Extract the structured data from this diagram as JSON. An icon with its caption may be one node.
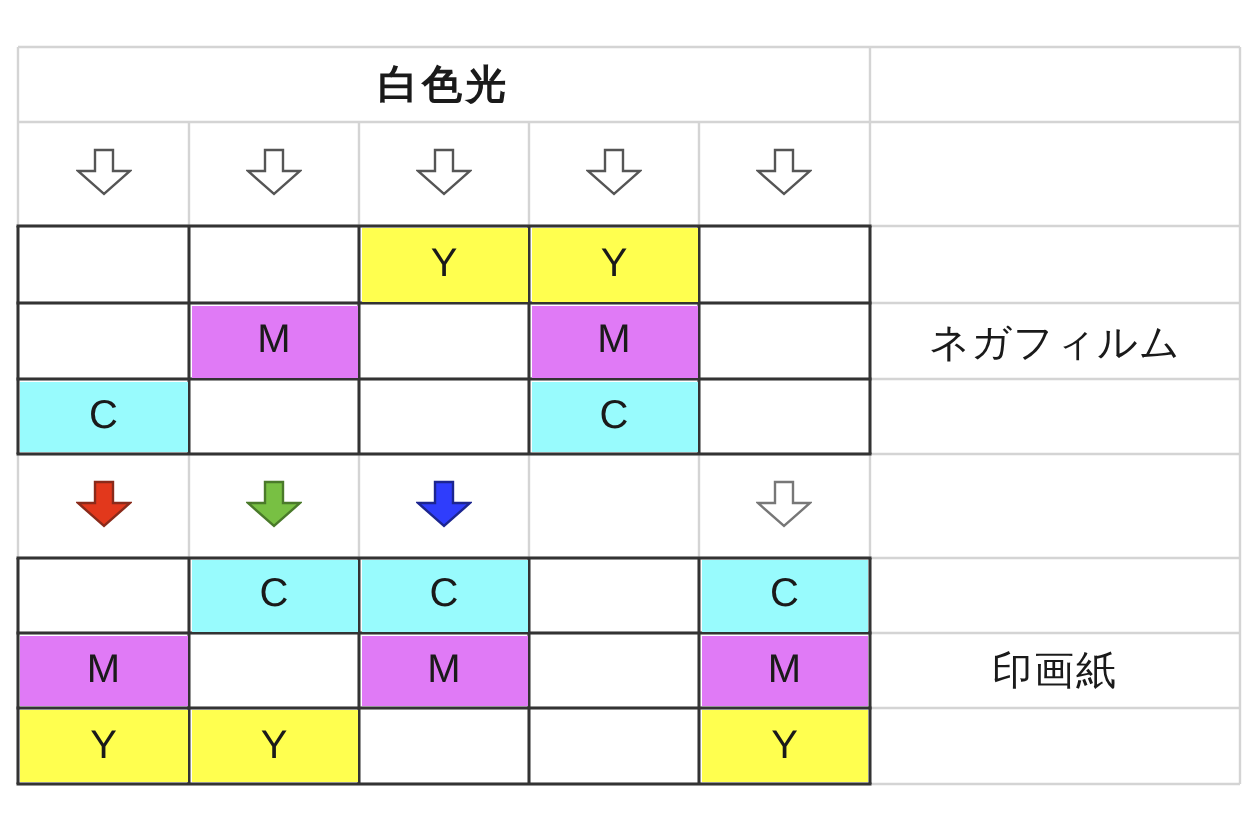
{
  "diagram": {
    "labels": [
      "白色光",
      "Y",
      "Y",
      "M",
      "M",
      "ネガフィルム",
      "C",
      "C",
      "C",
      "C",
      "C",
      "M",
      "M",
      "M",
      "印画紙",
      "Y",
      "Y",
      "Y"
    ]
  }
}
